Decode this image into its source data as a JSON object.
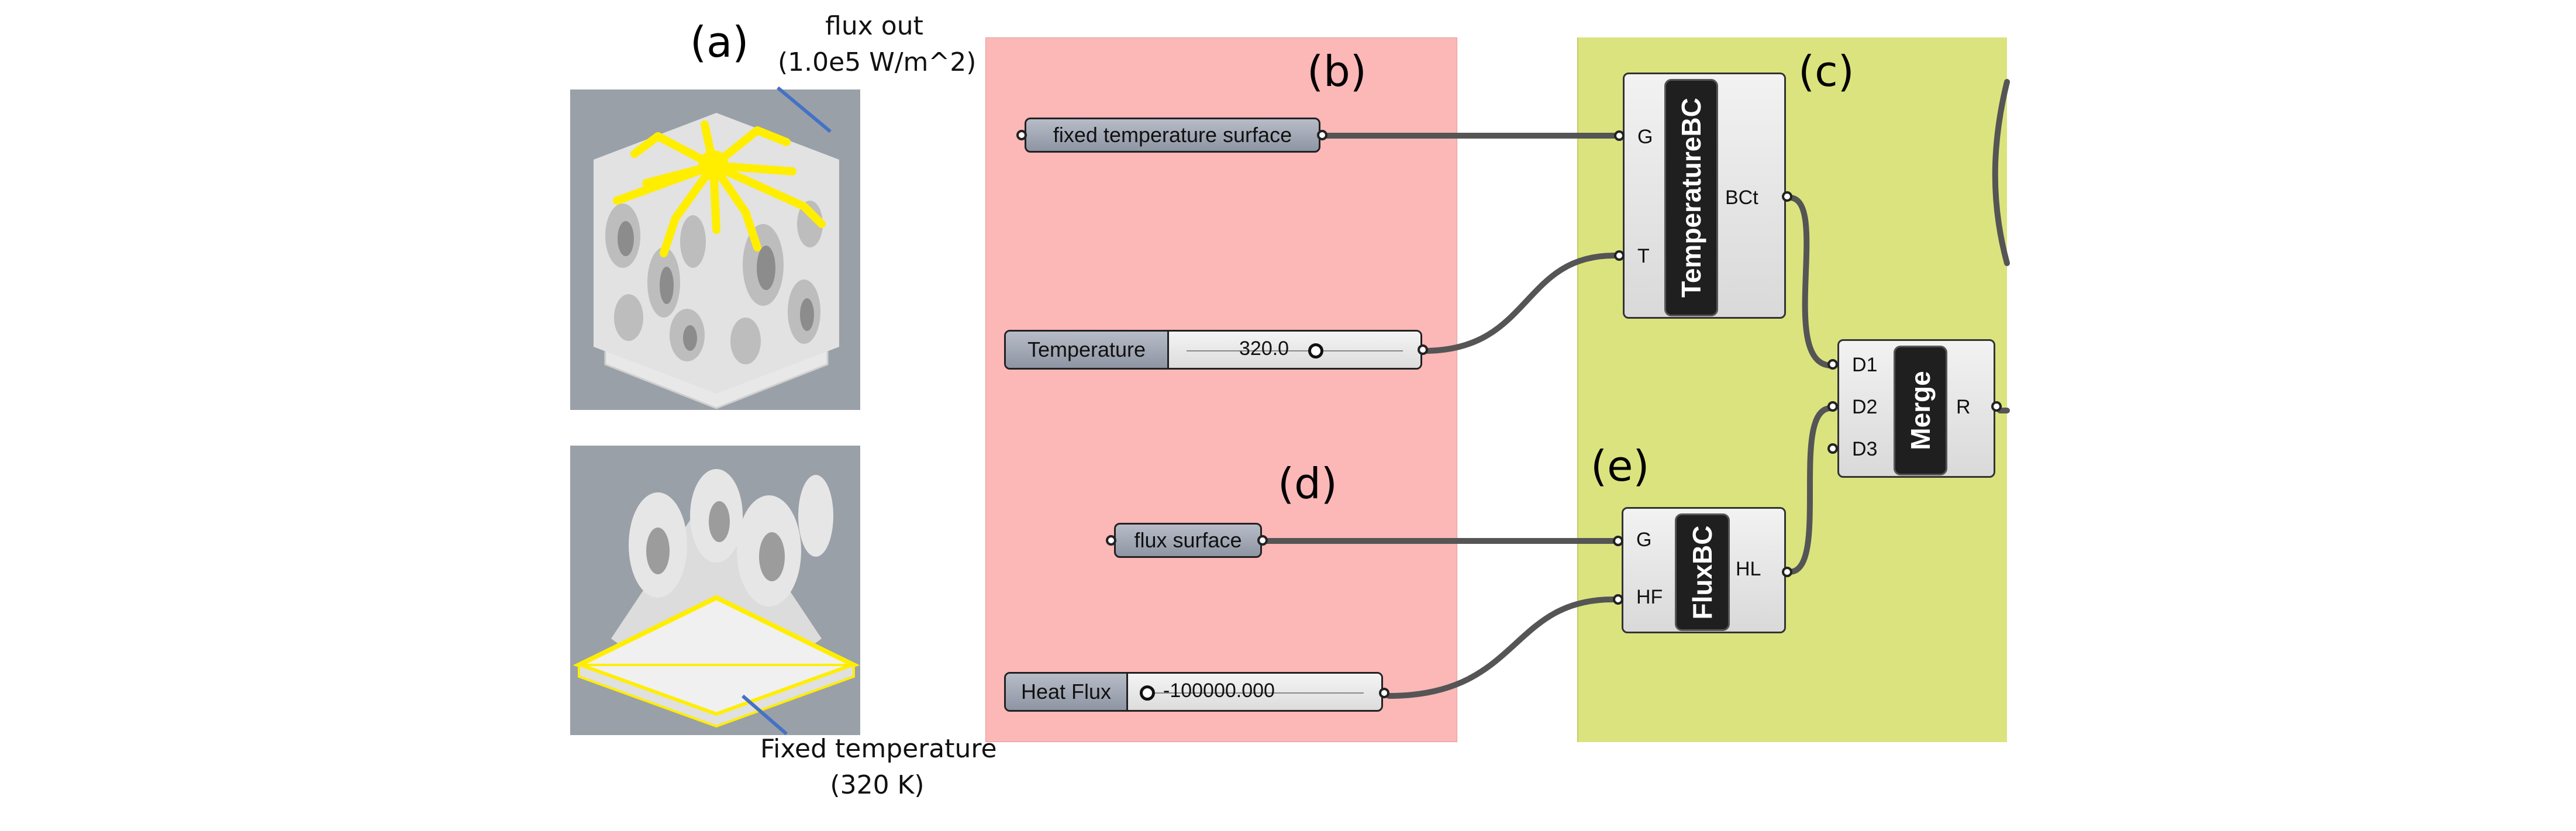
{
  "labels": {
    "a": "(a)",
    "b": "(b)",
    "c": "(c)",
    "d": "(d)",
    "e": "(e)"
  },
  "annotations": {
    "flux_out_line1": "flux out",
    "flux_out_line2": "(1.0e5 W/m^2)",
    "fixed_temp_line1": "Fixed temperature",
    "fixed_temp_line2": "(320 K)"
  },
  "params": {
    "fixed_surface": "fixed temperature surface",
    "flux_surface": "flux surface"
  },
  "sliders": {
    "temperature": {
      "label": "Temperature",
      "value": "320.0"
    },
    "heat_flux": {
      "label": "Heat Flux",
      "value": "-100000.000"
    }
  },
  "components": {
    "temperature_bc": {
      "name": "TemperatureBC",
      "in1": "G",
      "in2": "T",
      "out": "BCt"
    },
    "flux_bc": {
      "name": "FluxBC",
      "in1": "G",
      "in2": "HF",
      "out": "HL"
    },
    "merge": {
      "name": "Merge",
      "in1": "D1",
      "in2": "D2",
      "in3": "D3",
      "out": "R"
    }
  },
  "colors": {
    "panel_b": "#fcb7b7",
    "panel_c": "#dbe37e",
    "highlight_yellow": "#ffee00",
    "leader_blue": "#4472c4",
    "wire": "#555555"
  }
}
